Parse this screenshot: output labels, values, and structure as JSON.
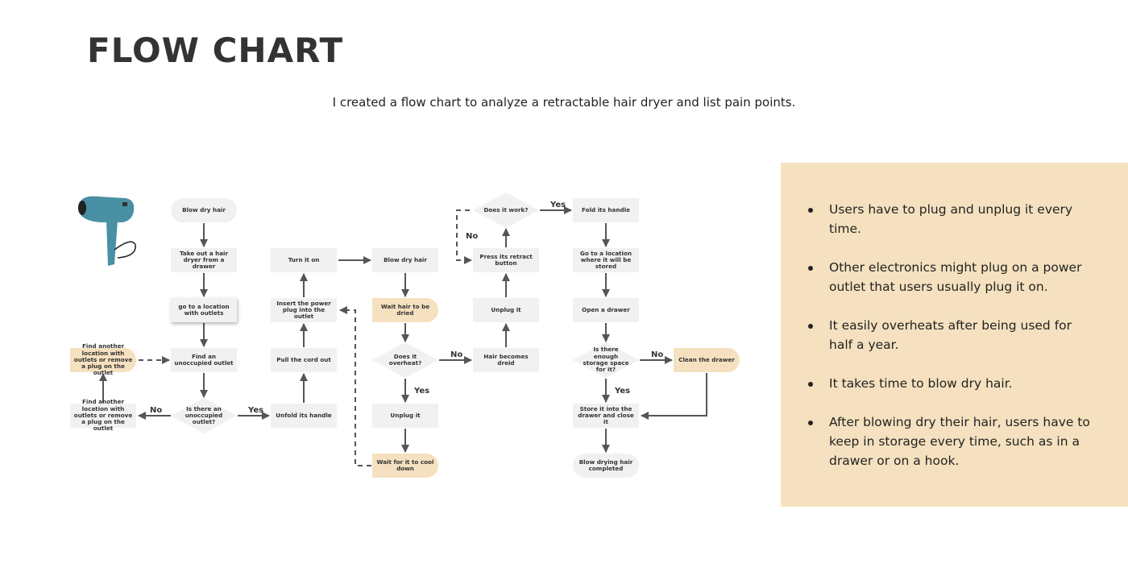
{
  "header": {
    "title": "FLOW CHART",
    "subtitle": "I created a flow chart to analyze a retractable hair dryer and list pain points."
  },
  "colors": {
    "node": "#f1f1f1",
    "highlight": "#f5e1bf",
    "arrow": "#555555",
    "panel": "#f5e1bf",
    "dryer": "#4a90a4"
  },
  "image": {
    "icon": "hair-dryer-icon"
  },
  "nodes": [
    {
      "id": "n1",
      "text": "Blow dry hair",
      "shape": "terminal"
    },
    {
      "id": "n2",
      "text": "Take out a hair dryer from a drawer",
      "shape": "process"
    },
    {
      "id": "n3",
      "text": "go to a location with outlets",
      "shape": "process"
    },
    {
      "id": "n4",
      "text": "Find an unoccupied outlet",
      "shape": "process"
    },
    {
      "id": "n5",
      "text": "Is there an unoccupied outlet?",
      "shape": "decision"
    },
    {
      "id": "n6",
      "text": "Find another location with outlets or  remove a plug on the outlet",
      "shape": "process"
    },
    {
      "id": "n7",
      "text": "Find another location with outlets or remove a plug on the outlet",
      "shape": "pain-point"
    },
    {
      "id": "n8",
      "text": "Unfold its handle",
      "shape": "process"
    },
    {
      "id": "n9",
      "text": "Pull the cord out",
      "shape": "process"
    },
    {
      "id": "n10",
      "text": "Insert the power plug into the outlet",
      "shape": "process"
    },
    {
      "id": "n11",
      "text": "Turn it on",
      "shape": "process"
    },
    {
      "id": "n12",
      "text": "Blow dry hair",
      "shape": "process"
    },
    {
      "id": "n13",
      "text": "Wait hair to be dried",
      "shape": "pain-point"
    },
    {
      "id": "n14",
      "text": "Does it overheat?",
      "shape": "decision"
    },
    {
      "id": "n15",
      "text": "Unplug it",
      "shape": "process"
    },
    {
      "id": "n16",
      "text": "Wait for it to cool down",
      "shape": "pain-point"
    },
    {
      "id": "n17",
      "text": "Hair becomes dreid",
      "shape": "process"
    },
    {
      "id": "n18",
      "text": "Unplug it",
      "shape": "process"
    },
    {
      "id": "n19",
      "text": "Press its retract button",
      "shape": "process"
    },
    {
      "id": "n20",
      "text": "Does it work?",
      "shape": "decision"
    },
    {
      "id": "n21",
      "text": "Fold its handle",
      "shape": "process"
    },
    {
      "id": "n22",
      "text": "Go to a location where it will be stored",
      "shape": "process"
    },
    {
      "id": "n23",
      "text": "Open a drawer",
      "shape": "process"
    },
    {
      "id": "n24",
      "text": "Is there enough storage space for it?",
      "shape": "decision"
    },
    {
      "id": "n25",
      "text": "Clean the drawer",
      "shape": "pain-point"
    },
    {
      "id": "n26",
      "text": "Store it into the drawer and close it",
      "shape": "process"
    },
    {
      "id": "n27",
      "text": "Blow drying hair completed",
      "shape": "terminal"
    }
  ],
  "edges": [
    {
      "from": "n1",
      "to": "n2"
    },
    {
      "from": "n2",
      "to": "n3"
    },
    {
      "from": "n3",
      "to": "n4"
    },
    {
      "from": "n4",
      "to": "n5"
    },
    {
      "from": "n5",
      "to": "n6",
      "label": "No"
    },
    {
      "from": "n6",
      "to": "n7"
    },
    {
      "from": "n7",
      "to": "n4",
      "style": "dashed"
    },
    {
      "from": "n5",
      "to": "n8",
      "label": "Yes"
    },
    {
      "from": "n8",
      "to": "n9"
    },
    {
      "from": "n9",
      "to": "n10"
    },
    {
      "from": "n10",
      "to": "n11"
    },
    {
      "from": "n11",
      "to": "n12"
    },
    {
      "from": "n12",
      "to": "n13"
    },
    {
      "from": "n13",
      "to": "n14"
    },
    {
      "from": "n14",
      "to": "n15",
      "label": "Yes"
    },
    {
      "from": "n15",
      "to": "n16"
    },
    {
      "from": "n16",
      "to": "n10",
      "style": "dashed"
    },
    {
      "from": "n14",
      "to": "n17",
      "label": "No"
    },
    {
      "from": "n17",
      "to": "n18"
    },
    {
      "from": "n18",
      "to": "n19"
    },
    {
      "from": "n19",
      "to": "n20"
    },
    {
      "from": "n20",
      "to": "n19",
      "label": "No",
      "style": "dashed"
    },
    {
      "from": "n20",
      "to": "n21",
      "label": "Yes"
    },
    {
      "from": "n21",
      "to": "n22"
    },
    {
      "from": "n22",
      "to": "n23"
    },
    {
      "from": "n23",
      "to": "n24"
    },
    {
      "from": "n24",
      "to": "n25",
      "label": "No"
    },
    {
      "from": "n24",
      "to": "n26",
      "label": "Yes"
    },
    {
      "from": "n25",
      "to": "n26"
    },
    {
      "from": "n26",
      "to": "n27"
    }
  ],
  "pain_points": [
    "Users have to plug and unplug it every time.",
    "Other electronics might plug on a power outlet that users usually plug it on.",
    "It easily overheats after being used for half a year.",
    "It takes time to blow dry hair.",
    "After blowing dry their hair, users have to keep in storage every time, such as in a drawer or on a hook."
  ]
}
